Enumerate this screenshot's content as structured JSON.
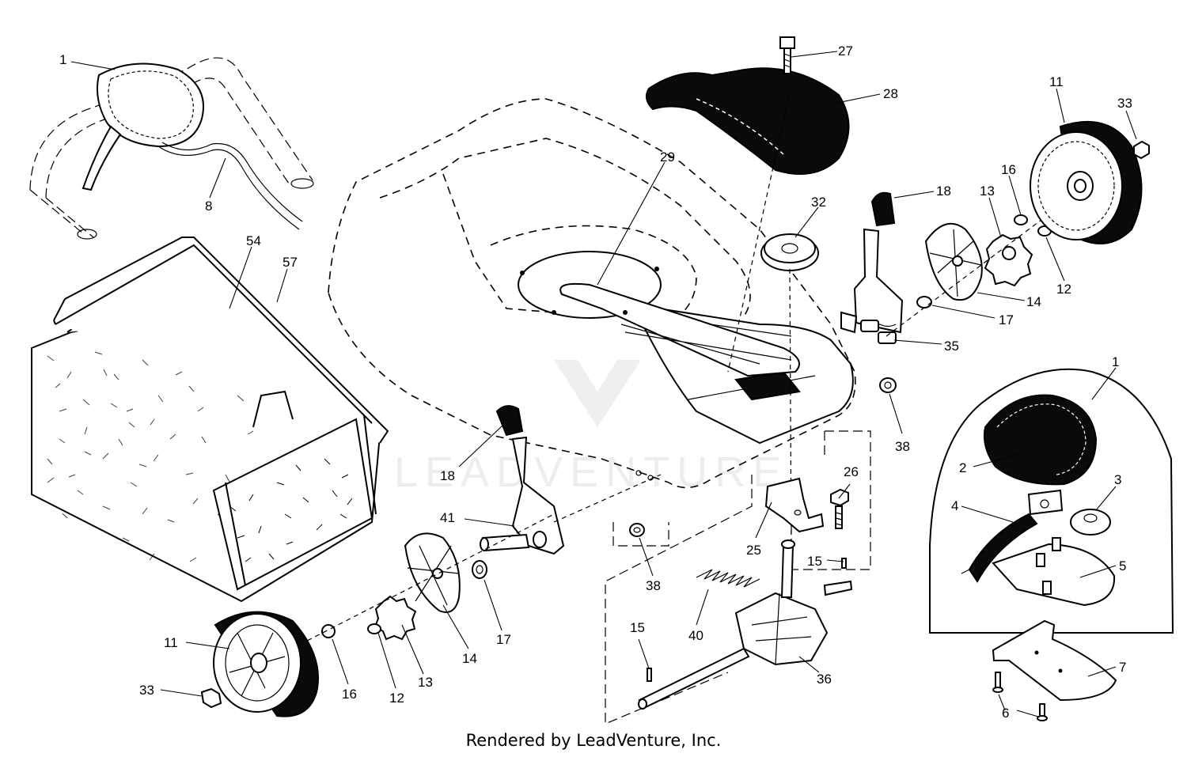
{
  "watermark": "LEADVENTURE",
  "footer": "Rendered by LeadVenture, Inc.",
  "callouts": [
    {
      "id": "c1a",
      "text": "1"
    },
    {
      "id": "c8",
      "text": "8"
    },
    {
      "id": "c54",
      "text": "54"
    },
    {
      "id": "c57",
      "text": "57"
    },
    {
      "id": "c27",
      "text": "27"
    },
    {
      "id": "c28",
      "text": "28"
    },
    {
      "id": "c29",
      "text": "29"
    },
    {
      "id": "c32",
      "text": "32"
    },
    {
      "id": "c18a",
      "text": "18"
    },
    {
      "id": "c11a",
      "text": "11"
    },
    {
      "id": "c33a",
      "text": "33"
    },
    {
      "id": "c16a",
      "text": "16"
    },
    {
      "id": "c13a",
      "text": "13"
    },
    {
      "id": "c12a",
      "text": "12"
    },
    {
      "id": "c14a",
      "text": "14"
    },
    {
      "id": "c17a",
      "text": "17"
    },
    {
      "id": "c35",
      "text": "35"
    },
    {
      "id": "c38a",
      "text": "38"
    },
    {
      "id": "c1b",
      "text": "1"
    },
    {
      "id": "c2",
      "text": "2"
    },
    {
      "id": "c3",
      "text": "3"
    },
    {
      "id": "c4",
      "text": "4"
    },
    {
      "id": "c5",
      "text": "5"
    },
    {
      "id": "c7",
      "text": "7"
    },
    {
      "id": "c6",
      "text": "6"
    },
    {
      "id": "c18b",
      "text": "18"
    },
    {
      "id": "c26",
      "text": "26"
    },
    {
      "id": "c41",
      "text": "41"
    },
    {
      "id": "c25",
      "text": "25"
    },
    {
      "id": "c15a",
      "text": "15"
    },
    {
      "id": "c38b",
      "text": "38"
    },
    {
      "id": "c40",
      "text": "40"
    },
    {
      "id": "c15b",
      "text": "15"
    },
    {
      "id": "c36",
      "text": "36"
    },
    {
      "id": "c11b",
      "text": "11"
    },
    {
      "id": "c33b",
      "text": "33"
    },
    {
      "id": "c16b",
      "text": "16"
    },
    {
      "id": "c12b",
      "text": "12"
    },
    {
      "id": "c13b",
      "text": "13"
    },
    {
      "id": "c14b",
      "text": "14"
    },
    {
      "id": "c17b",
      "text": "17"
    }
  ]
}
